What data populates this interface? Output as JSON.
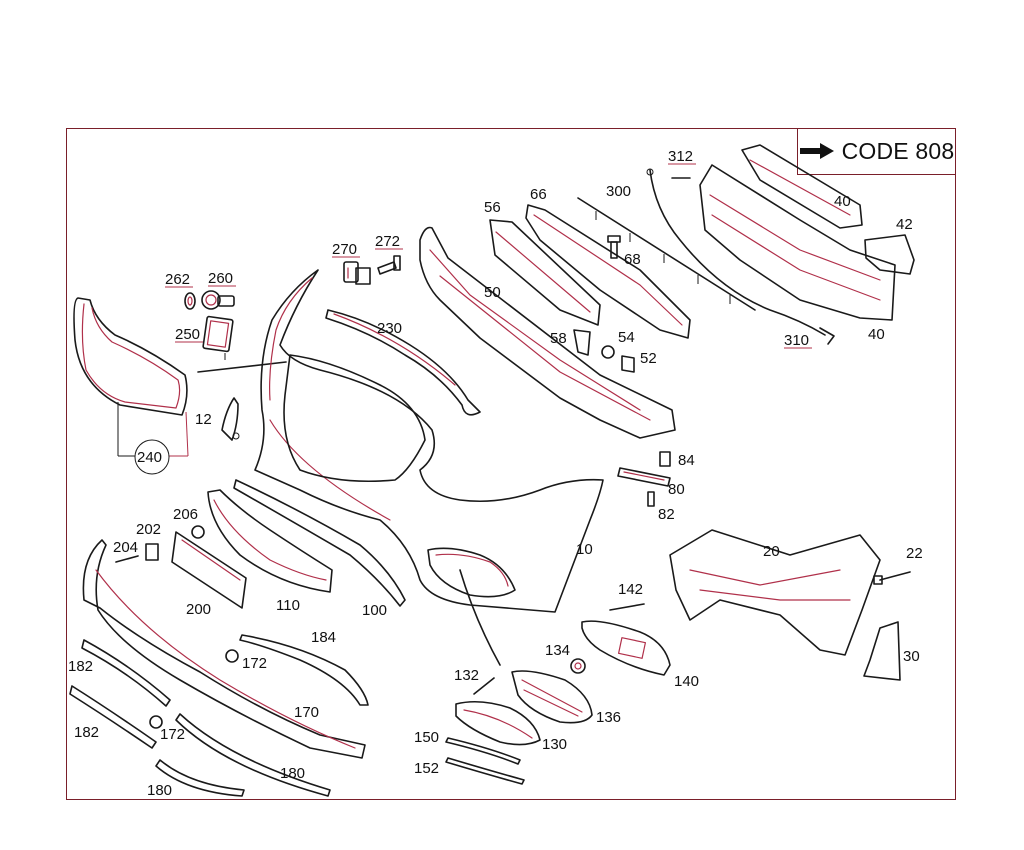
{
  "code_box": {
    "arrow_icon": "right-arrow-icon",
    "text": "CODE 808"
  },
  "labels": {
    "p10": "10",
    "p12": "12",
    "p20": "20",
    "p22": "22",
    "p30": "30",
    "p40a": "40",
    "p40b": "40",
    "p42": "42",
    "p50": "50",
    "p52": "52",
    "p54": "54",
    "p56": "56",
    "p58": "58",
    "p66": "66",
    "p68": "68",
    "p80": "80",
    "p82": "82",
    "p84": "84",
    "p100": "100",
    "p110": "110",
    "p130": "130",
    "p132": "132",
    "p134": "134",
    "p136": "136",
    "p140": "140",
    "p142": "142",
    "p150": "150",
    "p152": "152",
    "p170": "170",
    "p172a": "172",
    "p172b": "172",
    "p180a": "180",
    "p180b": "180",
    "p182a": "182",
    "p182b": "182",
    "p184": "184",
    "p200": "200",
    "p202": "202",
    "p204": "204",
    "p206": "206",
    "p230": "230",
    "p240": "240",
    "p250": "250",
    "p260": "260",
    "p262": "262",
    "p270": "270",
    "p272": "272",
    "p300": "300",
    "p310": "310",
    "p312": "312"
  },
  "colors": {
    "frame": "#7a1f2a",
    "line": "#1a1a1a",
    "accent": "#b0304a"
  }
}
